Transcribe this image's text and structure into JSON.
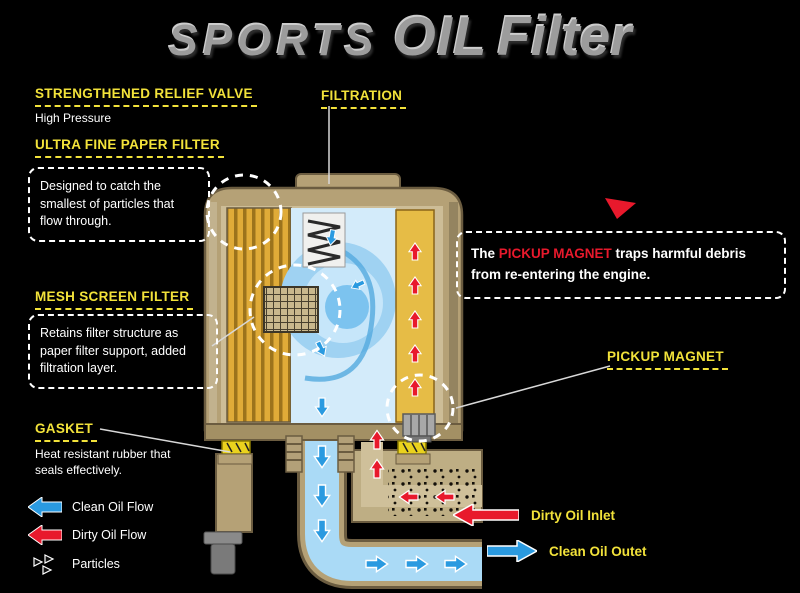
{
  "title": {
    "sports": "SPORTS",
    "oil": "OIL",
    "filter": "Filter"
  },
  "callouts": {
    "relief_valve": {
      "heading": "STRENGTHENED RELIEF VALVE",
      "subtext": "High Pressure"
    },
    "paper_filter": {
      "heading": "ULTRA FINE PAPER FILTER",
      "note": "Designed to catch the smallest of particles that flow through."
    },
    "filtration": {
      "heading": "FILTRATION"
    },
    "mesh_filter": {
      "heading": "MESH SCREEN FILTER",
      "note": "Retains filter structure as paper filter support, added filtration layer."
    },
    "gasket": {
      "heading": "GASKET",
      "subtext": "Heat resistant rubber that seals effectively."
    },
    "pickup_magnet": {
      "heading": "PICKUP MAGNET",
      "note_pre": "The ",
      "note_highlight": "PICKUP MAGNET",
      "note_post": " traps harmful debris from re-entering the engine."
    }
  },
  "legend": {
    "clean_flow": "Clean Oil Flow",
    "dirty_flow": "Dirty Oil Flow",
    "particles": "Particles"
  },
  "flow_labels": {
    "dirty_inlet": "Dirty Oil Inlet",
    "clean_outlet": "Clean Oil Outet"
  },
  "colors": {
    "label_yellow": "#f2e23a",
    "dirty_red": "#e8192c",
    "clean_blue": "#2a9ae0",
    "shell_tan": "#b5a176",
    "background": "#000000"
  }
}
